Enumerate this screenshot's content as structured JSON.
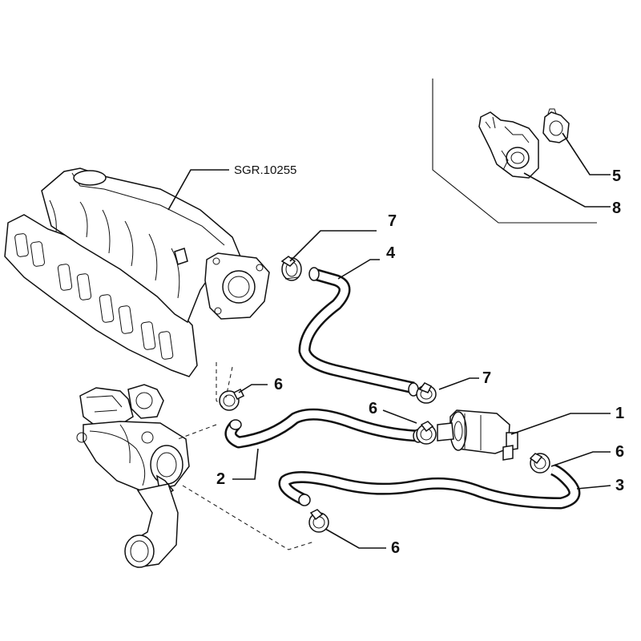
{
  "diagram": {
    "reference_label": "SGR.10255",
    "callouts": {
      "c1": "1",
      "c2": "2",
      "c3": "3",
      "c4": "4",
      "c5": "5",
      "c6a": "6",
      "c6b": "6",
      "c6c": "6",
      "c6d": "6",
      "c7a": "7",
      "c7b": "7",
      "c8": "8"
    }
  }
}
